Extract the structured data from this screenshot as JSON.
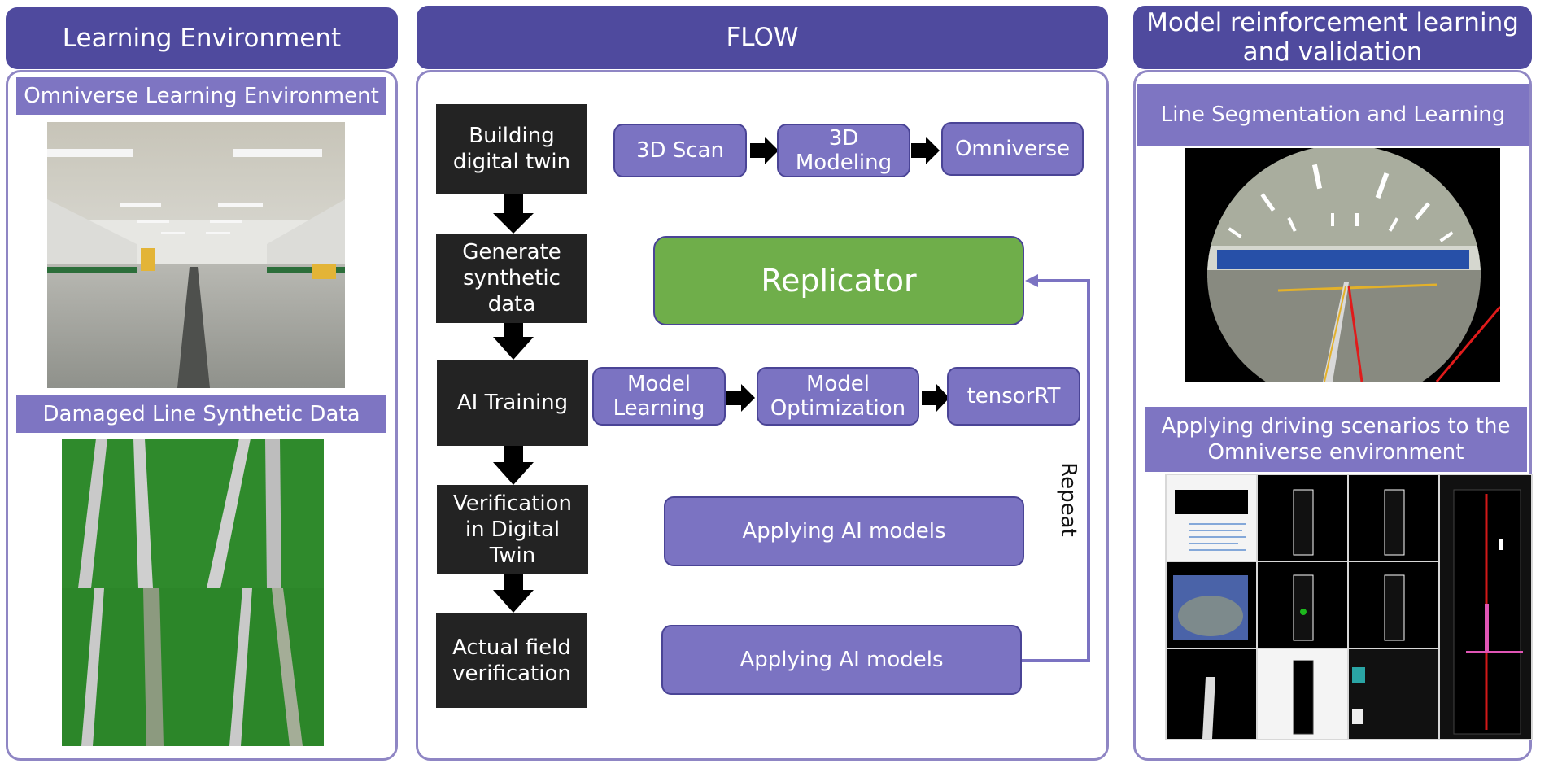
{
  "columns": {
    "left": {
      "title": "Learning Environment",
      "subtitle1": "Omniverse Learning Environment",
      "subtitle2": "Damaged Line Synthetic Data"
    },
    "center": {
      "title": "FLOW"
    },
    "right": {
      "title_line1": "Model reinforcement learning",
      "title_line2": "and validation",
      "subtitle1": "Line Segmentation and Learning",
      "subtitle2_line1": "Applying driving scenarios to the",
      "subtitle2_line2": "Omniverse environment"
    }
  },
  "flow": {
    "steps": [
      {
        "line1": "Building",
        "line2": "digital twin"
      },
      {
        "line1": "Generate",
        "line2": "synthetic",
        "line3": "data"
      },
      {
        "line1": "AI Training"
      },
      {
        "line1": "Verification",
        "line2": "in Digital",
        "line3": "Twin"
      },
      {
        "line1": "Actual field",
        "line2": "verification"
      }
    ],
    "row1": {
      "a": "3D Scan",
      "b_line1": "3D",
      "b_line2": "Modeling",
      "c": "Omniverse"
    },
    "replicator": "Replicator",
    "row3": {
      "a_line1": "Model",
      "a_line2": "Learning",
      "b_line1": "Model",
      "b_line2": "Optimization",
      "c": "tensorRT"
    },
    "apply1": "Applying AI models",
    "apply2": "Applying AI models",
    "repeat": "Repeat"
  },
  "colors": {
    "header": "#4f4a9e",
    "subheader": "#7e75c2",
    "pill": "#7b73c2",
    "step": "#232323",
    "replicator": "#6fae4a",
    "panel_border": "#8f86c4"
  }
}
